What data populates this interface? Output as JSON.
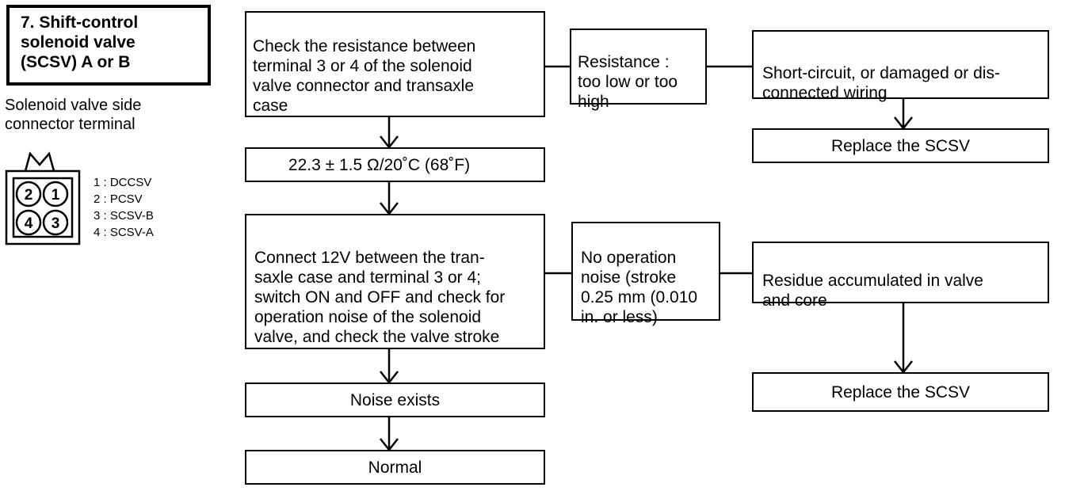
{
  "title": "7. Shift-control\nsolenoid valve\n(SCSV) A or B",
  "connector": {
    "caption": "Solenoid valve side\nconnector terminal",
    "pins": [
      "2",
      "1",
      "4",
      "3"
    ],
    "legend": [
      "1 : DCCSV",
      "2 : PCSV",
      "3 : SCSV-B",
      "4 : SCSV-A"
    ]
  },
  "flow": {
    "check_resistance": "Check the resistance between\nterminal 3 or 4 of the solenoid\nvalve connector and transaxle\ncase",
    "spec": "22.3 ± 1.5 Ω/20˚C (68˚F)",
    "connect_12v": "Connect 12V between the tran-\nsaxle case and terminal 3 or 4;\nswitch ON and OFF and check for\noperation noise of the solenoid\nvalve, and check the valve stroke",
    "noise_exists": "Noise exists",
    "normal": "Normal",
    "resistance_fault": "Resistance :\ntoo low or too\nhigh",
    "wiring_fault": "Short-circuit, or damaged or dis-\nconnected wiring",
    "replace_1": "Replace the SCSV",
    "no_noise": "No operation\nnoise (stroke\n0.25 mm (0.010\nin. or less)",
    "residue": "Residue accumulated in valve\nand core",
    "replace_2": "Replace the SCSV"
  }
}
